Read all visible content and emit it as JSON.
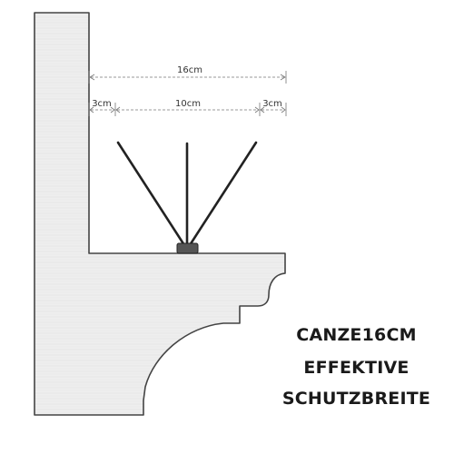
{
  "dimensions": {
    "total": "16cm",
    "left_margin": "3cm",
    "spike_span": "10cm",
    "right_margin": "3cm"
  },
  "caption": {
    "line1": "CANZE16CM",
    "line2": "EFFEKTIVE",
    "line3": "SCHUTZBREITE"
  },
  "colors": {
    "wall_fill": "#eeeeee",
    "wall_stroke": "#444444",
    "spike": "#222222",
    "dimension_line": "#777777"
  }
}
